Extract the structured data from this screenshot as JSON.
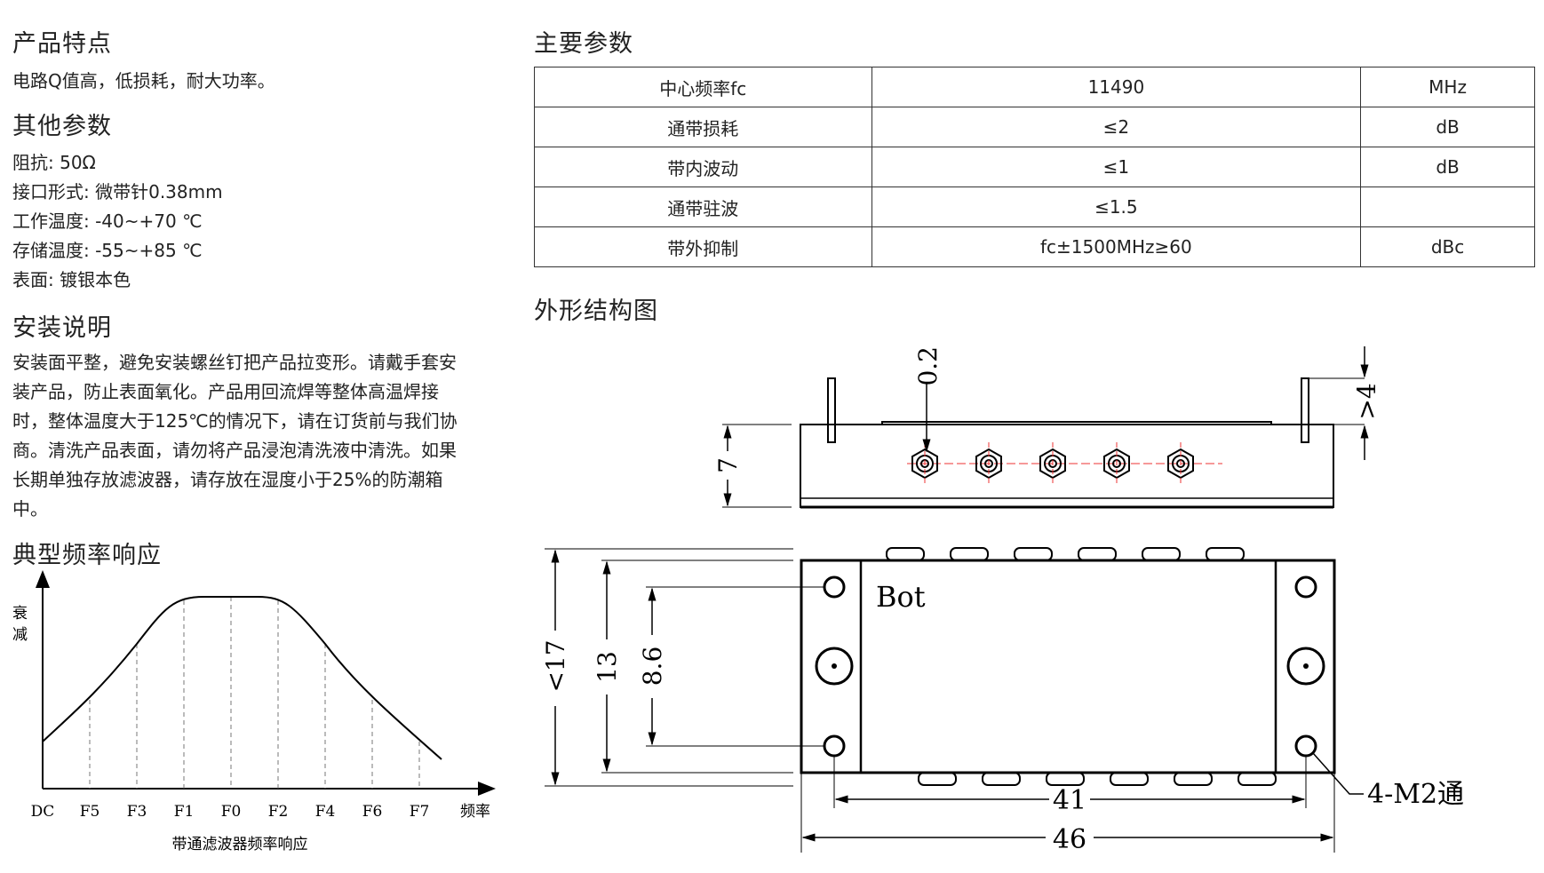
{
  "features": {
    "heading": "产品特点",
    "text": "电路Q值高，低损耗，耐大功率。"
  },
  "other_params": {
    "heading": "其他参数",
    "items": [
      "阻抗: 50Ω",
      "接口形式: 微带针0.38mm",
      "工作温度: -40~+70 ℃",
      "存储温度: -55~+85 ℃",
      "表面: 镀银本色"
    ]
  },
  "installation": {
    "heading": "安装说明",
    "lines": [
      "安装面平整，避免安装螺丝钉把产品拉变形。请戴手套安",
      "装产品，防止表面氧化。产品用回流焊等整体高温焊接",
      "时，整体温度大于125℃的情况下，请在订货前与我们协",
      "商。清洗产品表面，请勿将产品浸泡清洗液中清洗。如果",
      "长期单独存放滤波器，请存放在湿度小于25%的防潮箱",
      "中。"
    ]
  },
  "response": {
    "heading": "典型频率响应",
    "y_label": [
      "衰",
      "减"
    ],
    "ticks": [
      "DC",
      "F5",
      "F3",
      "F1",
      "F0",
      "F2",
      "F4",
      "F6",
      "F7"
    ],
    "x_label": "频率",
    "caption": "带通滤波器频率响应"
  },
  "main_params": {
    "heading": "主要参数",
    "rows": [
      [
        "中心频率fc",
        "11490",
        "MHz"
      ],
      [
        "通带损耗",
        "≤2",
        "dB"
      ],
      [
        "带内波动",
        "≤1",
        "dB"
      ],
      [
        "通带驻波",
        "≤1.5",
        ""
      ],
      [
        "带外抑制",
        "fc±1500MHz≥60",
        "dBc"
      ]
    ]
  },
  "outline": {
    "heading": "外形结构图",
    "dims": {
      "pin": "0.2",
      "height": "7",
      "pin_len": ">4",
      "width17": "<17",
      "width13": "13",
      "width86": "8.6",
      "len41": "41",
      "len46": "46"
    },
    "bot_label": "Bot",
    "hole_label": "4-M2通"
  }
}
